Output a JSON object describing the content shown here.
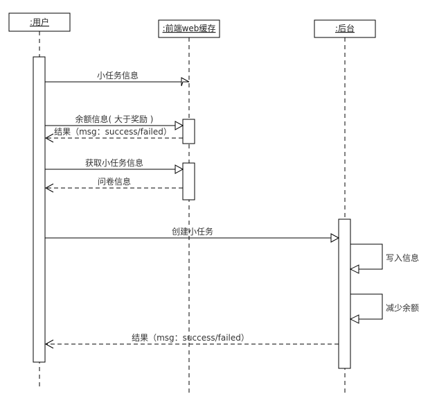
{
  "participants": [
    {
      "id": "user",
      "label": ":用户"
    },
    {
      "id": "cache",
      "label": ":前端web缓存"
    },
    {
      "id": "backend",
      "label": ":后台"
    }
  ],
  "messages": [
    {
      "from": "user",
      "to": "cache",
      "label": "小任务信息",
      "kind": "sync"
    },
    {
      "from": "user",
      "to": "cache",
      "label": "余额信息( 大于奖励 )",
      "kind": "sync"
    },
    {
      "from": "cache",
      "to": "user",
      "label": "结果（msg：success/failed）",
      "kind": "return"
    },
    {
      "from": "user",
      "to": "cache",
      "label": "获取小任务信息",
      "kind": "sync"
    },
    {
      "from": "cache",
      "to": "user",
      "label": "问卷信息",
      "kind": "return"
    },
    {
      "from": "user",
      "to": "backend",
      "label": "创建小任务",
      "kind": "sync"
    },
    {
      "from": "backend",
      "to": "backend",
      "label": "写入信息",
      "kind": "self"
    },
    {
      "from": "backend",
      "to": "backend",
      "label": "减少余额",
      "kind": "self"
    },
    {
      "from": "backend",
      "to": "user",
      "label": "结果（msg：success/failed）",
      "kind": "return"
    }
  ]
}
